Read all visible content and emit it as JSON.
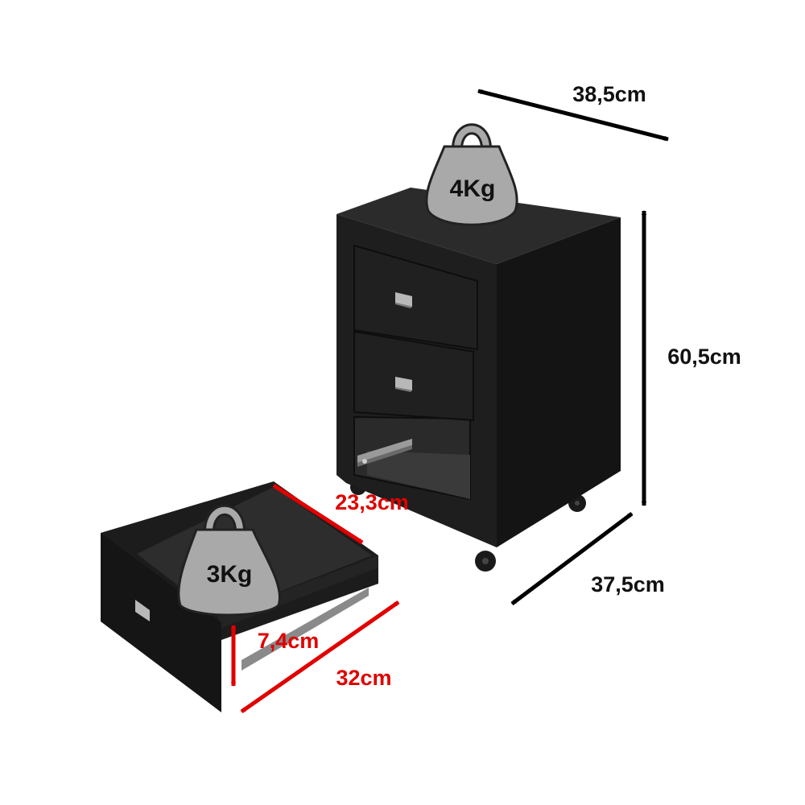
{
  "dimensions": {
    "top_depth": "38,5cm",
    "height": "60,5cm",
    "width": "37,5cm",
    "drawer_inner_depth": "23,3cm",
    "drawer_height": "7,4cm",
    "drawer_length": "32cm"
  },
  "loads": {
    "top": "4Kg",
    "drawer": "3Kg"
  },
  "colors": {
    "cabinet": "#1e1e1e",
    "cabinet_side": "#121212",
    "handle": "#b8b8b8",
    "weight": "#a9a9a9",
    "black_arrow": "#000000",
    "red_arrow": "#e00000"
  }
}
